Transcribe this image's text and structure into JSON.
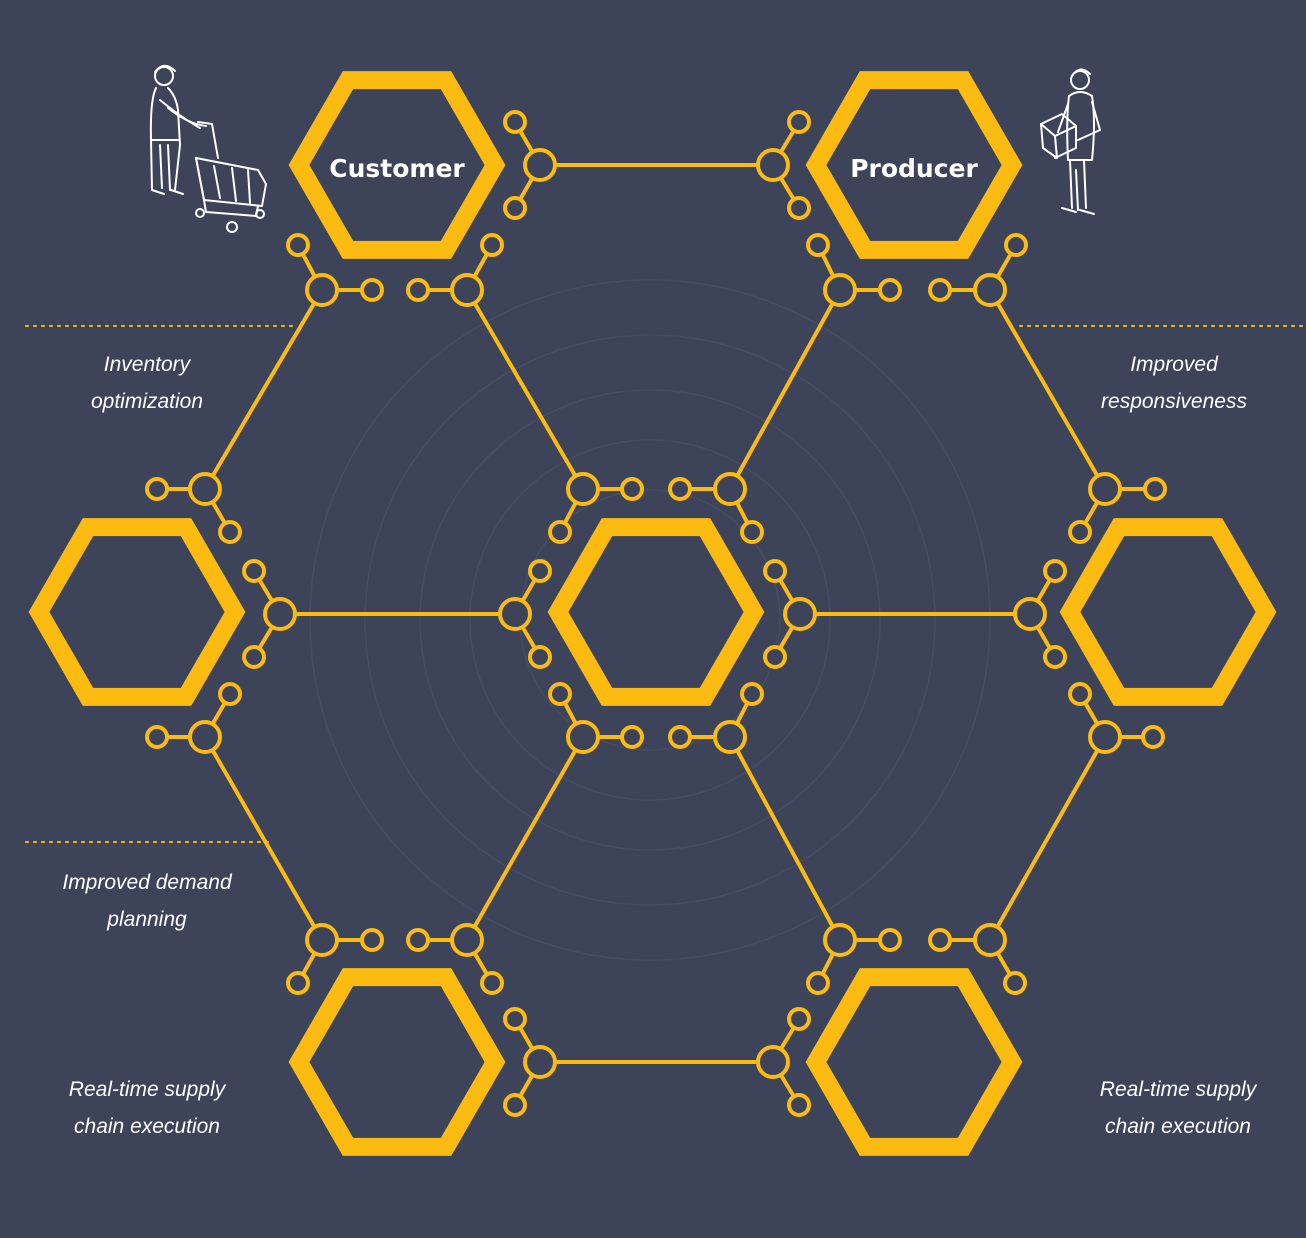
{
  "nodes": {
    "customer": "Customer",
    "producer": "Producer"
  },
  "benefits": {
    "inventory": [
      "Inventory",
      "optimization"
    ],
    "responsiveness": [
      "Improved",
      "responsiveness"
    ],
    "demand_planning": [
      "Improved demand",
      "planning"
    ],
    "execution_left": [
      "Real-time supply",
      "chain execution"
    ],
    "execution_right": [
      "Real-time supply",
      "chain execution"
    ]
  },
  "colors": {
    "background": "#3d4359",
    "accent": "#fbbb10",
    "text": "#ffffff",
    "figure_line": "#ffffff"
  },
  "icons": {
    "customer_figure": "person-pushing-shopping-cart-icon",
    "producer_figure": "person-holding-box-icon"
  }
}
